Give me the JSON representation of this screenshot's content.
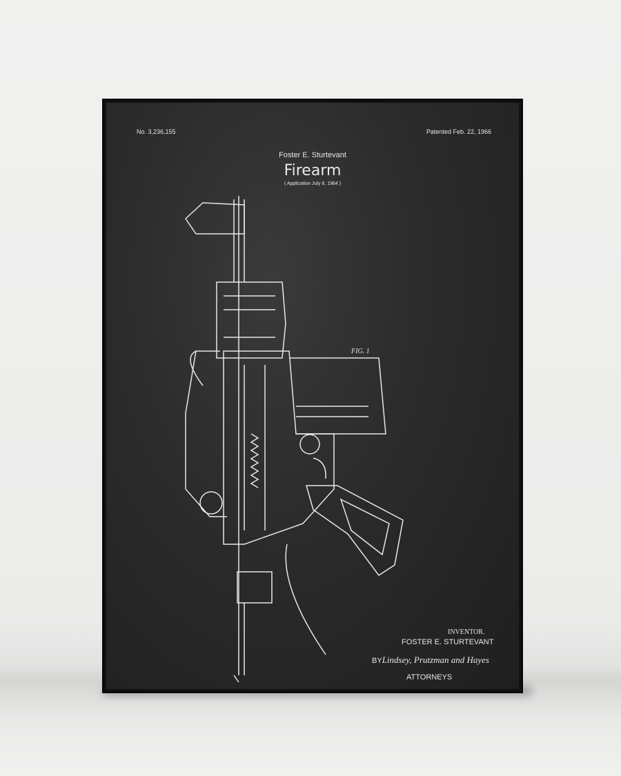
{
  "poster": {
    "patent_number": "No. 3,236,155",
    "patent_date": "Patented Feb. 22, 1966",
    "inventor_header": "Foster E. Sturtevant",
    "title": "Firearm",
    "application": "( Application July 8, 1964 )",
    "figure_label": "FIG. 1",
    "inventor_label": "INVENTOR.",
    "inventor_name": "FOSTER  E. STURTEVANT",
    "by_label": "BY",
    "attorneys_signature": "Lindsey, Prutzman and Hayes",
    "attorneys_label": "ATTORNEYS"
  },
  "colors": {
    "wall": "#ececec",
    "board": "#2b2b2b",
    "ink": "#e8e8e8"
  }
}
